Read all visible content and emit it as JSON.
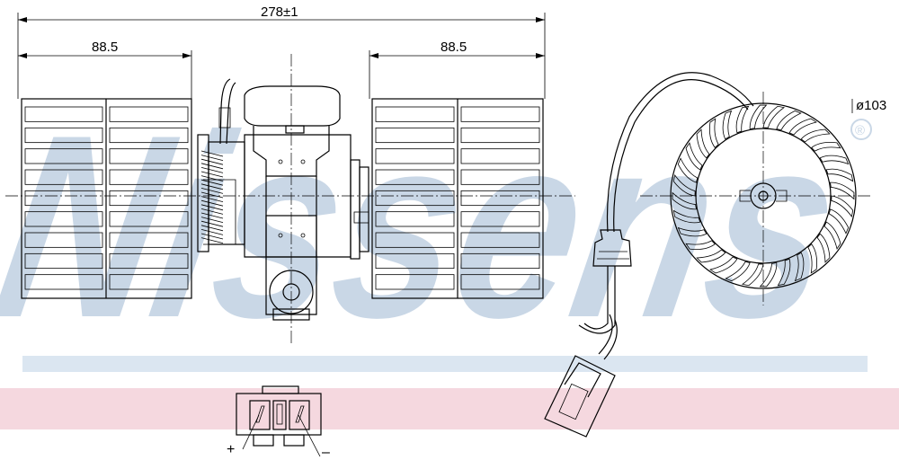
{
  "dimensions": {
    "overall": "278±1",
    "left_section": "88.5",
    "right_section": "88.5",
    "wheel_diameter": "ø103"
  },
  "connector": {
    "plus_label": "+",
    "minus_label": "–"
  },
  "watermark": {
    "text": "Nissens",
    "registered_mark": "®"
  },
  "colors": {
    "watermark": "#c9d7e6",
    "band_blue": "#dbe6f1",
    "band_pink": "#f5d8df",
    "line": "#000000"
  },
  "wheel": {
    "blade_count": 32
  }
}
